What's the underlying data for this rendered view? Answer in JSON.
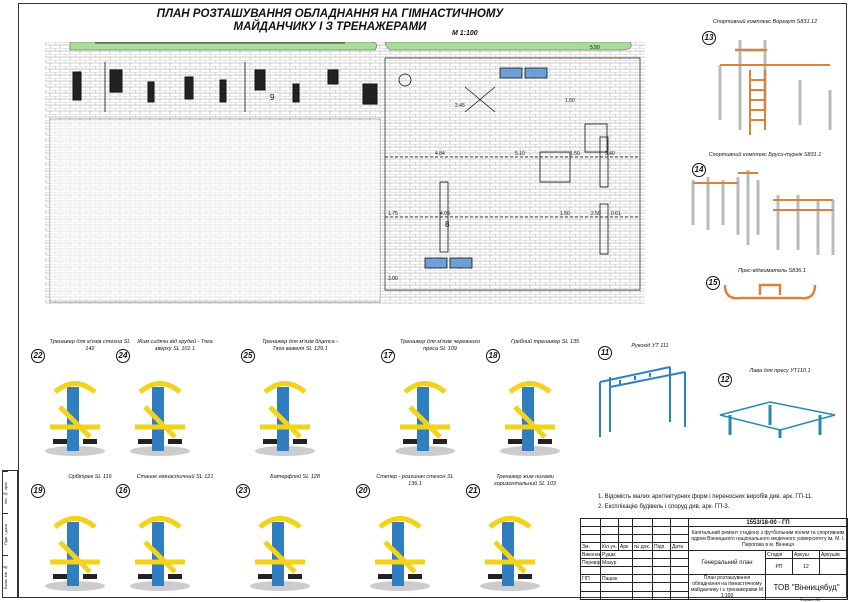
{
  "title": {
    "line1": "ПЛАН РОЗТАШУВАННЯ ОБЛАДНАННЯ НА ГІМНАСТИЧНОМУ",
    "line2": "МАЙДАНЧИКУ І З ТРЕНАЖЕРАМИ",
    "scale": "М 1:100"
  },
  "plan": {
    "dimensions": [
      "5.50",
      "4.84",
      "5.10",
      "1.50",
      "3.40",
      "4.09",
      "1.50",
      "2.50",
      "0.61",
      "1.75",
      "3.00",
      "2.45",
      "1.50"
    ],
    "zone_labels": [
      "9",
      "8"
    ]
  },
  "equipment": [
    {
      "num": "13",
      "caption": "Спортивний комплекс Воркаут S831.12"
    },
    {
      "num": "14",
      "caption": "Спортивний комплекс Бруси-турнік S831.1"
    },
    {
      "num": "15",
      "caption": "Прес-віджиматель S836.1"
    },
    {
      "num": "11",
      "caption": "Рукохід УТ 111"
    },
    {
      "num": "12",
      "caption": "Лава для пресу УТ110.1"
    },
    {
      "num": "22",
      "caption": "Тренажер для м'язів стегна SL 142"
    },
    {
      "num": "24",
      "caption": "Жим сидячи від грудей - Тяга зверху SL 101.1"
    },
    {
      "num": "25",
      "caption": "Тренажер для м'язів біцепса - Тяга важеля SL 129.1"
    },
    {
      "num": "17",
      "caption": "Тренажер для м'язів черевного преса SL 109"
    },
    {
      "num": "18",
      "caption": "Гребний тренажер SL 135"
    },
    {
      "num": "19",
      "caption": "Орбітрек SL 116"
    },
    {
      "num": "16",
      "caption": "Станок гімнастичний SL 121"
    },
    {
      "num": "23",
      "caption": "Батерфляй SL 128"
    },
    {
      "num": "20",
      "caption": "Степер - розгинач стегон SL 136.1"
    },
    {
      "num": "21",
      "caption": "Тренажер жим ногами горизонтальний SL 103"
    }
  ],
  "notes": [
    "1. Відомість малих архітектурних форм і переносних виробів див. арк. ГП-11.",
    "2. Експлікацію будівель і споруд див. арк. ГП-3."
  ],
  "title_block": {
    "code": "1553/18-00 - ГП",
    "project": "Капітальний ремонт стадіону з футбольним полем та спортивним ядром Вінницького національного медичного університету ім. М. І. Пирогова в м. Вінниця",
    "cols": [
      "Зм.",
      "Кіл.уч.",
      "Арк",
      "№ док.",
      "Підп.",
      "Дата"
    ],
    "rows": [
      {
        "role": "Виконав",
        "name": "Рудак"
      },
      {
        "role": "Перевірив",
        "name": "Мазур"
      },
      {
        "role": "ГІП",
        "name": "Пацюк"
      }
    ],
    "section": "Генеральний план",
    "stage_h": "Стадія",
    "sheet_h": "Аркуш",
    "sheets_h": "Аркушів",
    "stage": "РП",
    "sheet": "12",
    "drawing": "План розташування обладнання на гімнастичному майданчику і з тренажерами",
    "drawing_scale": "М 1:100",
    "company": "ТОВ \"Вінницябуд\"",
    "format": "Формат А3"
  },
  "side_stamp": [
    "Інв. № ориг.",
    "Підп. і дата",
    "Взам. інв. №"
  ],
  "colors": {
    "yellow": "#f2d21b",
    "blue": "#2f7fc0",
    "orange": "#d9823a",
    "grass": "#a8dc98"
  }
}
